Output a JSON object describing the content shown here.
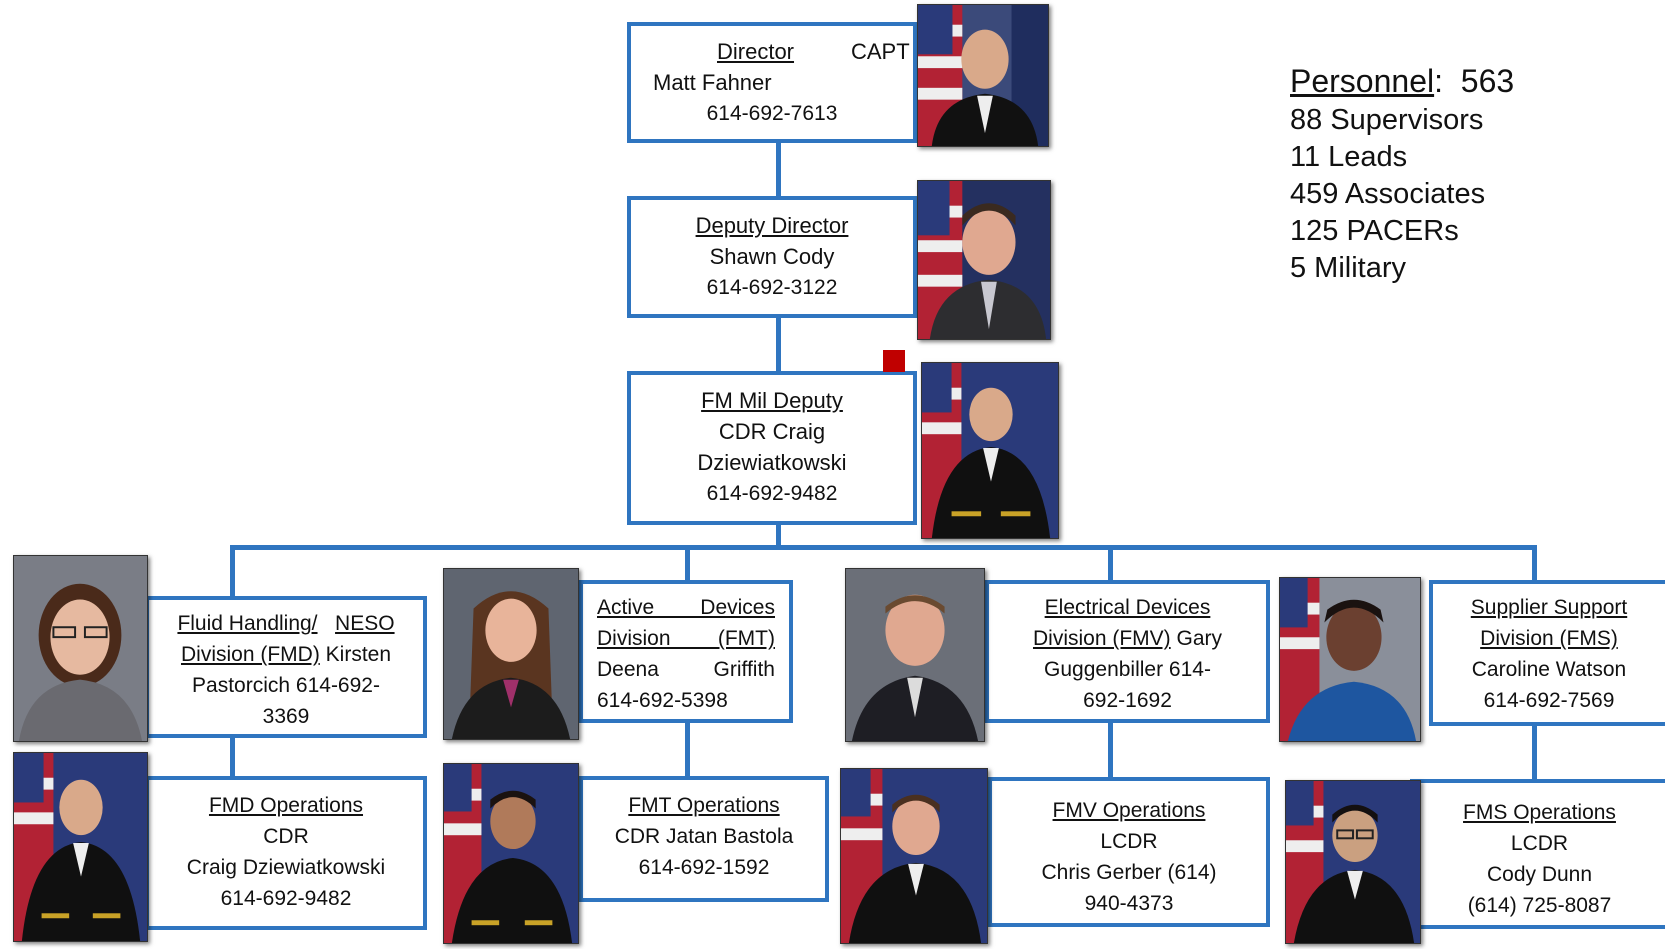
{
  "director": {
    "title": "Director",
    "rank": "CAPT",
    "name": "Matt Fahner",
    "phone": "614-692-7613"
  },
  "deputy": {
    "title": "Deputy Director",
    "name": "Shawn Cody",
    "phone": "614-692-3122"
  },
  "mil_deputy": {
    "title": "FM Mil Deputy",
    "name_line1": "CDR Craig",
    "name_line2": "Dziewiatkowski",
    "phone": "614-692-9482"
  },
  "personnel": {
    "label": "Personnel",
    "count": "563",
    "items": [
      "88 Supervisors",
      "11 Leads",
      "459 Associates",
      "125 PACERs",
      "5 Military"
    ]
  },
  "divisions": [
    {
      "title1": "Fluid Handling/",
      "title2": "NESO",
      "title3": "Division (FMD)",
      "name": "Kirsten",
      "line3": "Pastorcich 614-692-",
      "line4": "3369"
    },
    {
      "title1": "Active Devices",
      "title2": "Division (FMT)",
      "name": "Deena Griffith",
      "phone": "614-692-5398"
    },
    {
      "title1": "Electrical Devices",
      "title2": "Division (FMV)",
      "name": "Gary",
      "line3": "Guggenbiller 614-",
      "line4": "692-1692"
    },
    {
      "title1": "Supplier Support",
      "title2": "Division (FMS)",
      "name": "Caroline Watson",
      "phone": "614-692-7569"
    }
  ],
  "operations": [
    {
      "title": "FMD Operations",
      "rank": "CDR",
      "name": "Craig Dziewiatkowski",
      "phone": "614-692-9482"
    },
    {
      "title": "FMT Operations",
      "name": "CDR Jatan Bastola",
      "phone": "614-692-1592"
    },
    {
      "title": "FMV Operations",
      "rank": "LCDR",
      "name": "Chris Gerber (614)",
      "phone": "940-4373"
    },
    {
      "title": "FMS Operations",
      "rank": "LCDR",
      "name": "Cody Dunn",
      "phone": "(614) 725-8087"
    }
  ]
}
